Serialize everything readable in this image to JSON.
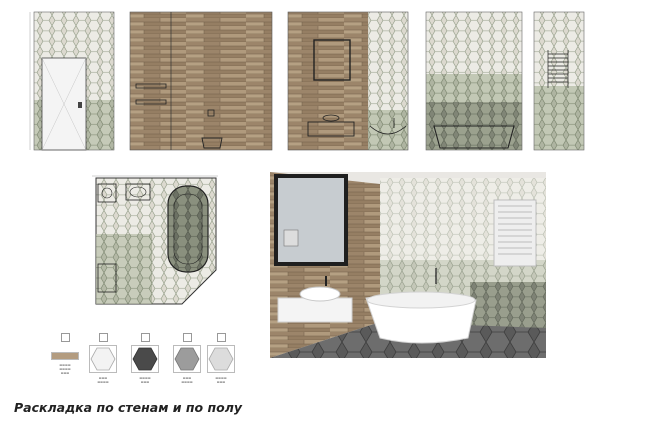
{
  "caption": "Раскладка по стенам и по полу",
  "colors": {
    "wood": "#a08a6f",
    "wood_dark": "#7e6a52",
    "hex_light": "#e6e4dc",
    "hex_mid": "#9aa08f",
    "hex_dark": "#5e6357",
    "outline": "#c43a3a"
  },
  "legend": [
    {
      "swatch": "wood-plank"
    },
    {
      "swatch": "hex-white"
    },
    {
      "swatch": "hex-dark"
    },
    {
      "swatch": "hex-grey"
    },
    {
      "swatch": "hex-light"
    }
  ]
}
